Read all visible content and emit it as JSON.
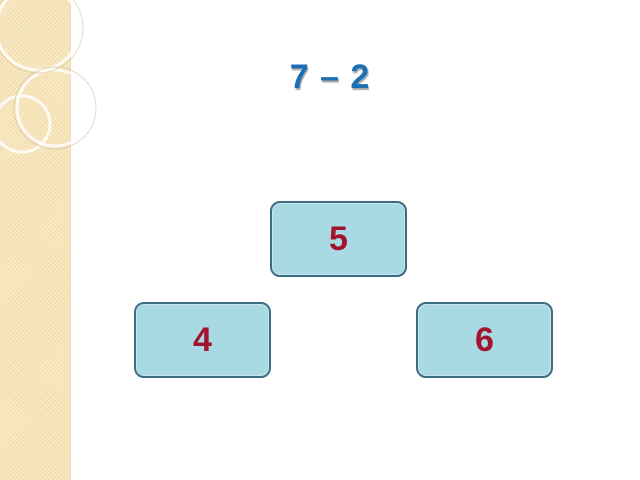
{
  "slide": {
    "title": "7 – 2",
    "answers": [
      {
        "label": "5"
      },
      {
        "label": "4"
      },
      {
        "label": "6"
      }
    ]
  },
  "colors": {
    "title": "#1b6fb4",
    "answer_fill": "#a9d9e2",
    "answer_border": "#3c6d84",
    "answer_text": "#a2132e",
    "side_strip": "#f7e4b7"
  }
}
